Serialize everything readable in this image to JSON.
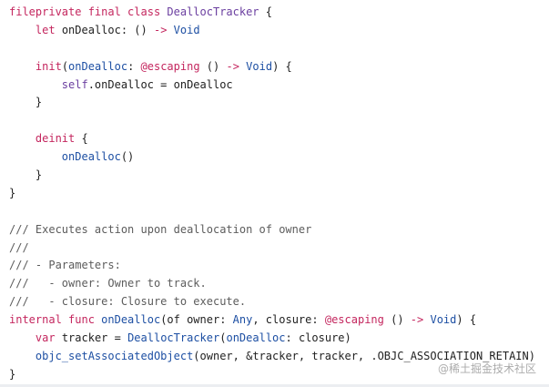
{
  "colors": {
    "keyword": "#c4265e",
    "type": "#1d4fa3",
    "class": "#6b3fa0",
    "comment": "#5c5c5c",
    "text": "#1f1f1f"
  },
  "code_lines": [
    [
      [
        "kw",
        "fileprivate final class "
      ],
      [
        "cls",
        "DeallocTracker"
      ],
      [
        "pl",
        " {"
      ]
    ],
    [
      [
        "pl",
        "    "
      ],
      [
        "kw",
        "let"
      ],
      [
        "pl",
        " onDealloc: () "
      ],
      [
        "op",
        "->"
      ],
      [
        "pl",
        " "
      ],
      [
        "ty",
        "Void"
      ]
    ],
    [],
    [
      [
        "pl",
        "    "
      ],
      [
        "kw",
        "init"
      ],
      [
        "pl",
        "("
      ],
      [
        "fn",
        "onDealloc"
      ],
      [
        "pl",
        ": "
      ],
      [
        "kw",
        "@escaping"
      ],
      [
        "pl",
        " () "
      ],
      [
        "op",
        "->"
      ],
      [
        "pl",
        " "
      ],
      [
        "ty",
        "Void"
      ],
      [
        "pl",
        ") {"
      ]
    ],
    [
      [
        "pl",
        "        "
      ],
      [
        "self",
        "self"
      ],
      [
        "pl",
        ".onDealloc = onDealloc"
      ]
    ],
    [
      [
        "pl",
        "    }"
      ]
    ],
    [],
    [
      [
        "pl",
        "    "
      ],
      [
        "kw",
        "deinit"
      ],
      [
        "pl",
        " {"
      ]
    ],
    [
      [
        "pl",
        "        "
      ],
      [
        "fn",
        "onDealloc"
      ],
      [
        "pl",
        "()"
      ]
    ],
    [
      [
        "pl",
        "    }"
      ]
    ],
    [
      [
        "pl",
        "}"
      ]
    ],
    [],
    [
      [
        "cm",
        "/// Executes action upon deallocation of owner"
      ]
    ],
    [
      [
        "cm",
        "///"
      ]
    ],
    [
      [
        "cm",
        "/// - Parameters:"
      ]
    ],
    [
      [
        "cm",
        "///   - owner: Owner to track."
      ]
    ],
    [
      [
        "cm",
        "///   - closure: Closure to execute."
      ]
    ],
    [
      [
        "kw",
        "internal func "
      ],
      [
        "fn",
        "onDealloc"
      ],
      [
        "pl",
        "(of owner: "
      ],
      [
        "ty",
        "Any"
      ],
      [
        "pl",
        ", closure: "
      ],
      [
        "kw",
        "@escaping"
      ],
      [
        "pl",
        " () "
      ],
      [
        "op",
        "->"
      ],
      [
        "pl",
        " "
      ],
      [
        "ty",
        "Void"
      ],
      [
        "pl",
        ") {"
      ]
    ],
    [
      [
        "pl",
        "    "
      ],
      [
        "kw",
        "var"
      ],
      [
        "pl",
        " tracker = "
      ],
      [
        "fn",
        "DeallocTracker"
      ],
      [
        "pl",
        "("
      ],
      [
        "fn",
        "onDealloc"
      ],
      [
        "pl",
        ": closure)"
      ]
    ],
    [
      [
        "pl",
        "    "
      ],
      [
        "fn",
        "objc_setAssociatedObject"
      ],
      [
        "pl",
        "(owner, &tracker, tracker, .OBJC_ASSOCIATION_RETAIN)"
      ]
    ],
    [
      [
        "pl",
        "}"
      ]
    ]
  ],
  "watermark": "@稀土掘金技术社区"
}
